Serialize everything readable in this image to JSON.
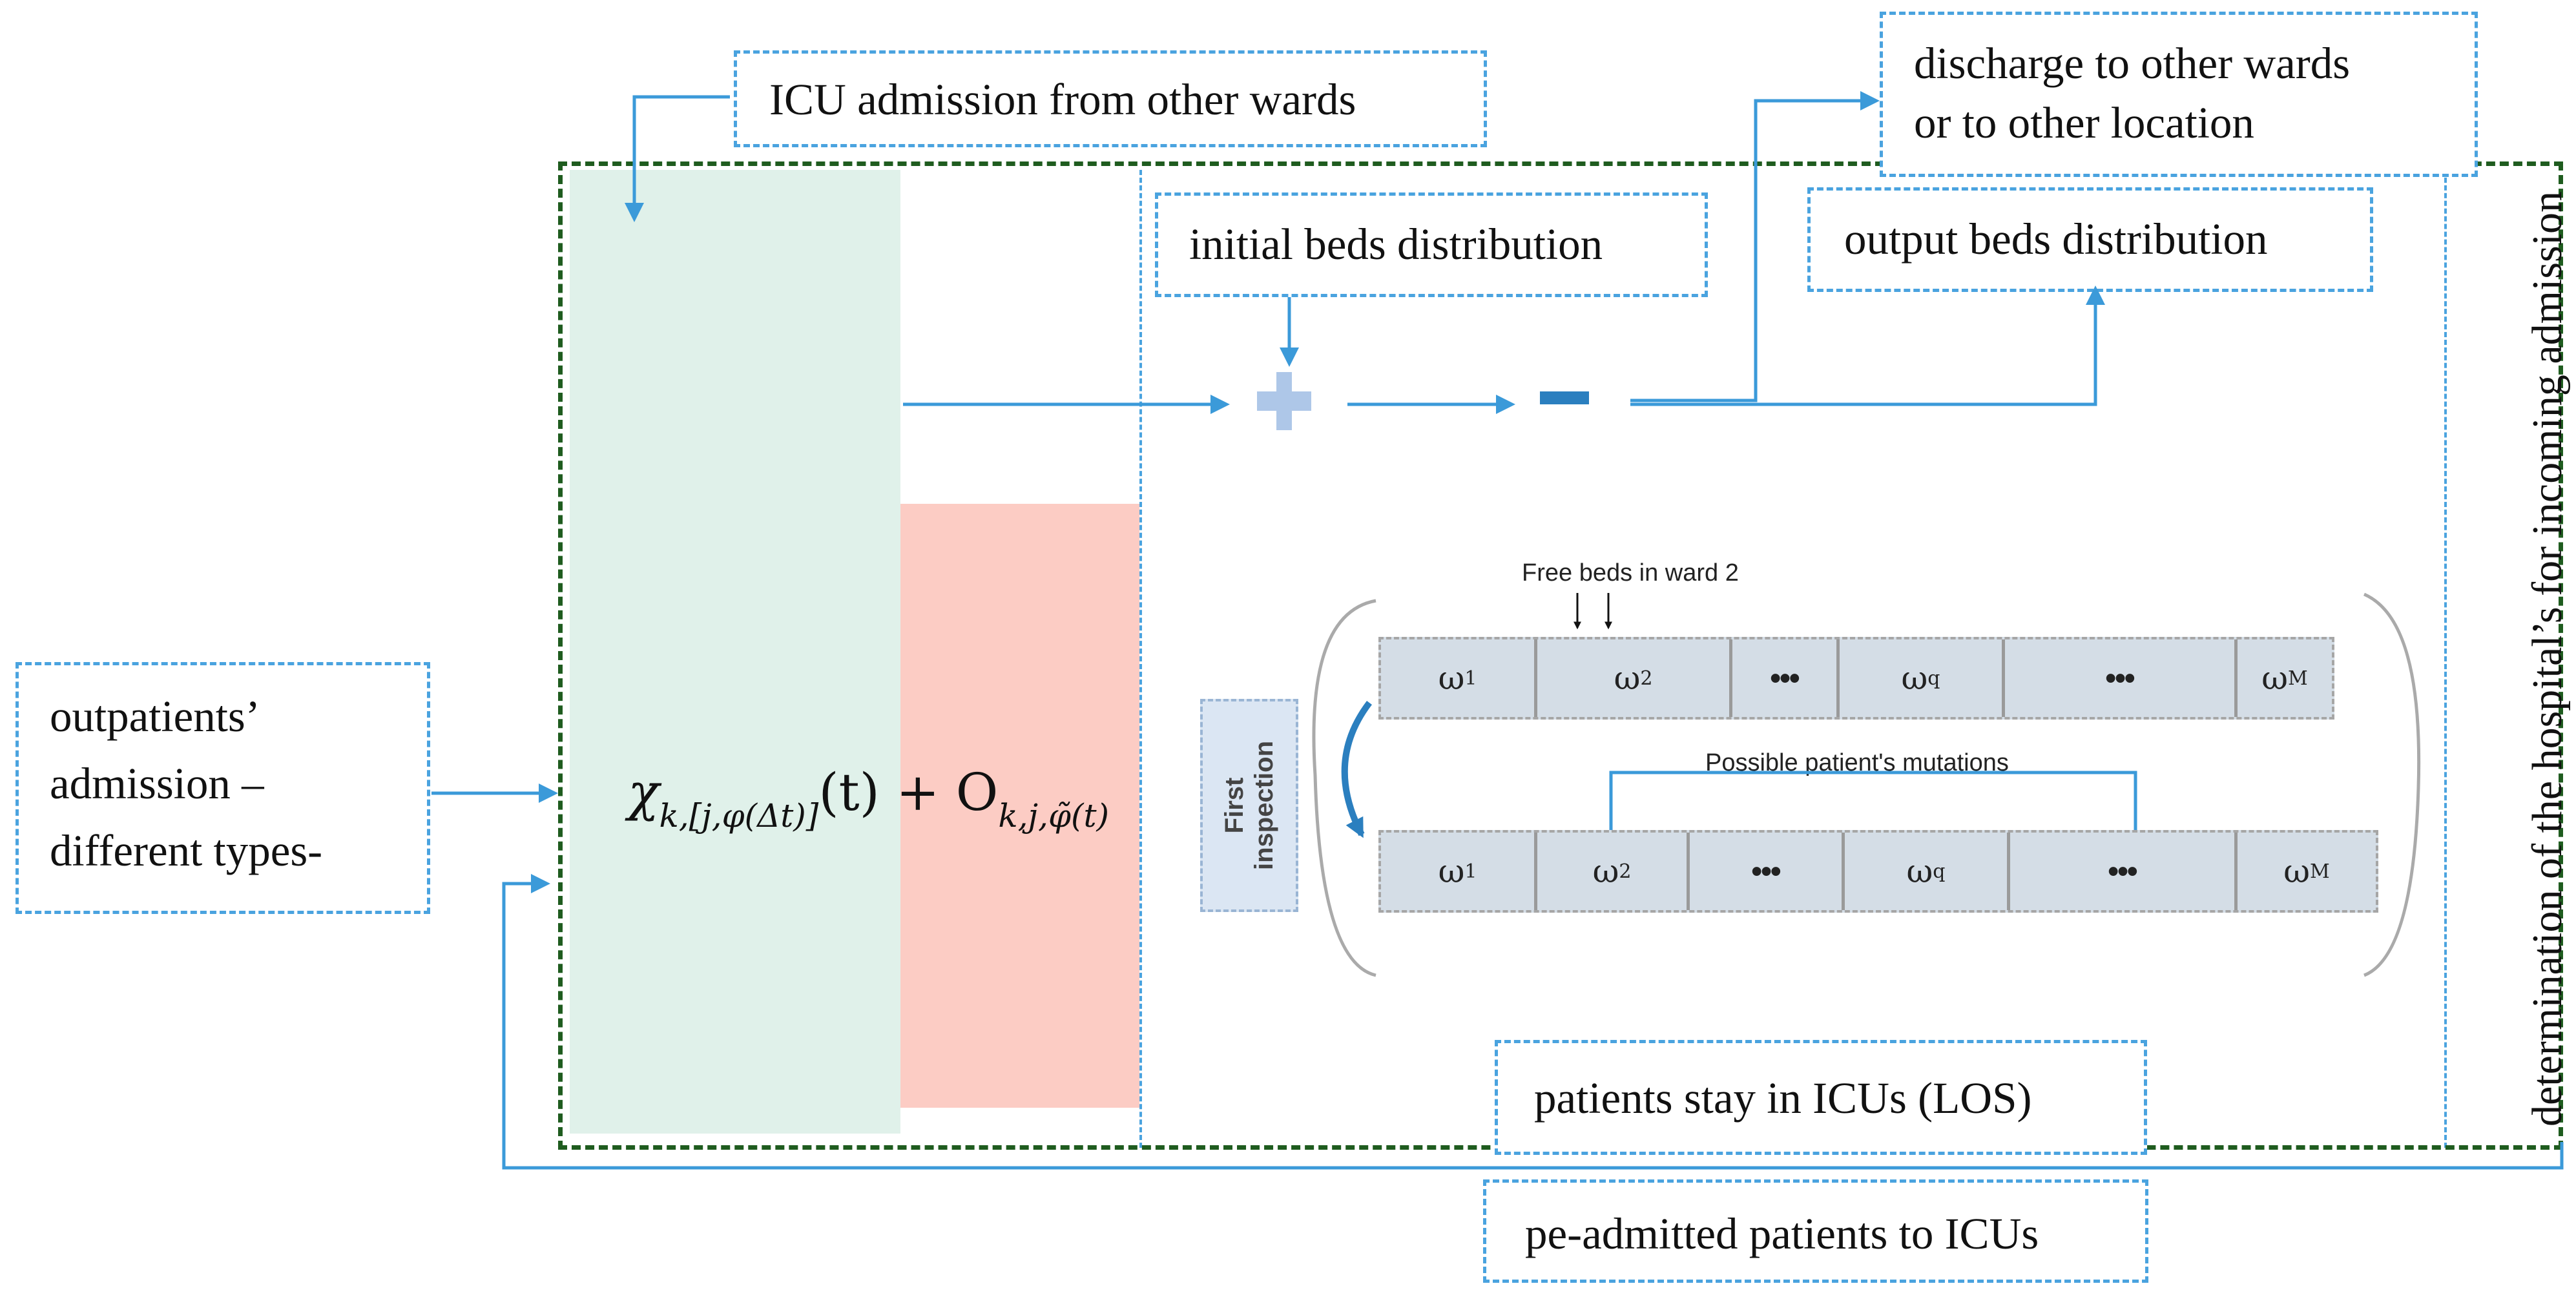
{
  "labels": {
    "icu_admission": "ICU admission from other wards",
    "discharge_line1": "discharge to other wards",
    "discharge_line2": "or to other location",
    "initial_beds": "initial beds distribution",
    "output_beds": "output beds distribution",
    "outpatients_line1": "outpatients’",
    "outpatients_line2": "admission –",
    "outpatients_line3": "different types-",
    "patients_stay": "patients stay in ICUs (LOS)",
    "pe_admitted": "pe-admitted patients to ICUs",
    "vertical_title": "determination of the hospital’s for incoming admission",
    "free_beds": "Free beds in ward 2",
    "possible_mutations": "Possible patient's mutations",
    "first_inspection_line1": "First",
    "first_inspection_line2": "inspection"
  },
  "formula": {
    "chi": "χ",
    "chi_sub": "k,[j,φ(Δt)]",
    "chi_arg": "(t) + O",
    "o_sub": "k,j,φ̃(t)"
  },
  "wards": {
    "top_row": [
      {
        "sym": "ω",
        "sub": "1"
      },
      {
        "sym": "ω",
        "sub": "2"
      },
      {
        "sym": "•••",
        "sub": ""
      },
      {
        "sym": "ω",
        "sub": "q"
      },
      {
        "sym": "•••",
        "sub": ""
      },
      {
        "sym": "ω",
        "sub": "M"
      }
    ],
    "bottom_row": [
      {
        "sym": "ω",
        "sub": "1"
      },
      {
        "sym": "ω",
        "sub": "2"
      },
      {
        "sym": "•••",
        "sub": ""
      },
      {
        "sym": "ω",
        "sub": "q"
      },
      {
        "sym": "•••",
        "sub": ""
      },
      {
        "sym": "ω",
        "sub": "M"
      }
    ]
  },
  "colors": {
    "arrow": "#3b9ad9",
    "dashed_box": "#4aa3df",
    "outer_frame": "#1f5c1f",
    "green_block": "#e0f1ea",
    "red_block": "#fcccc4",
    "ward_fill": "#d4dde6",
    "plus_sign": "#aec7e8",
    "minus_sign": "#2b7fbf"
  }
}
